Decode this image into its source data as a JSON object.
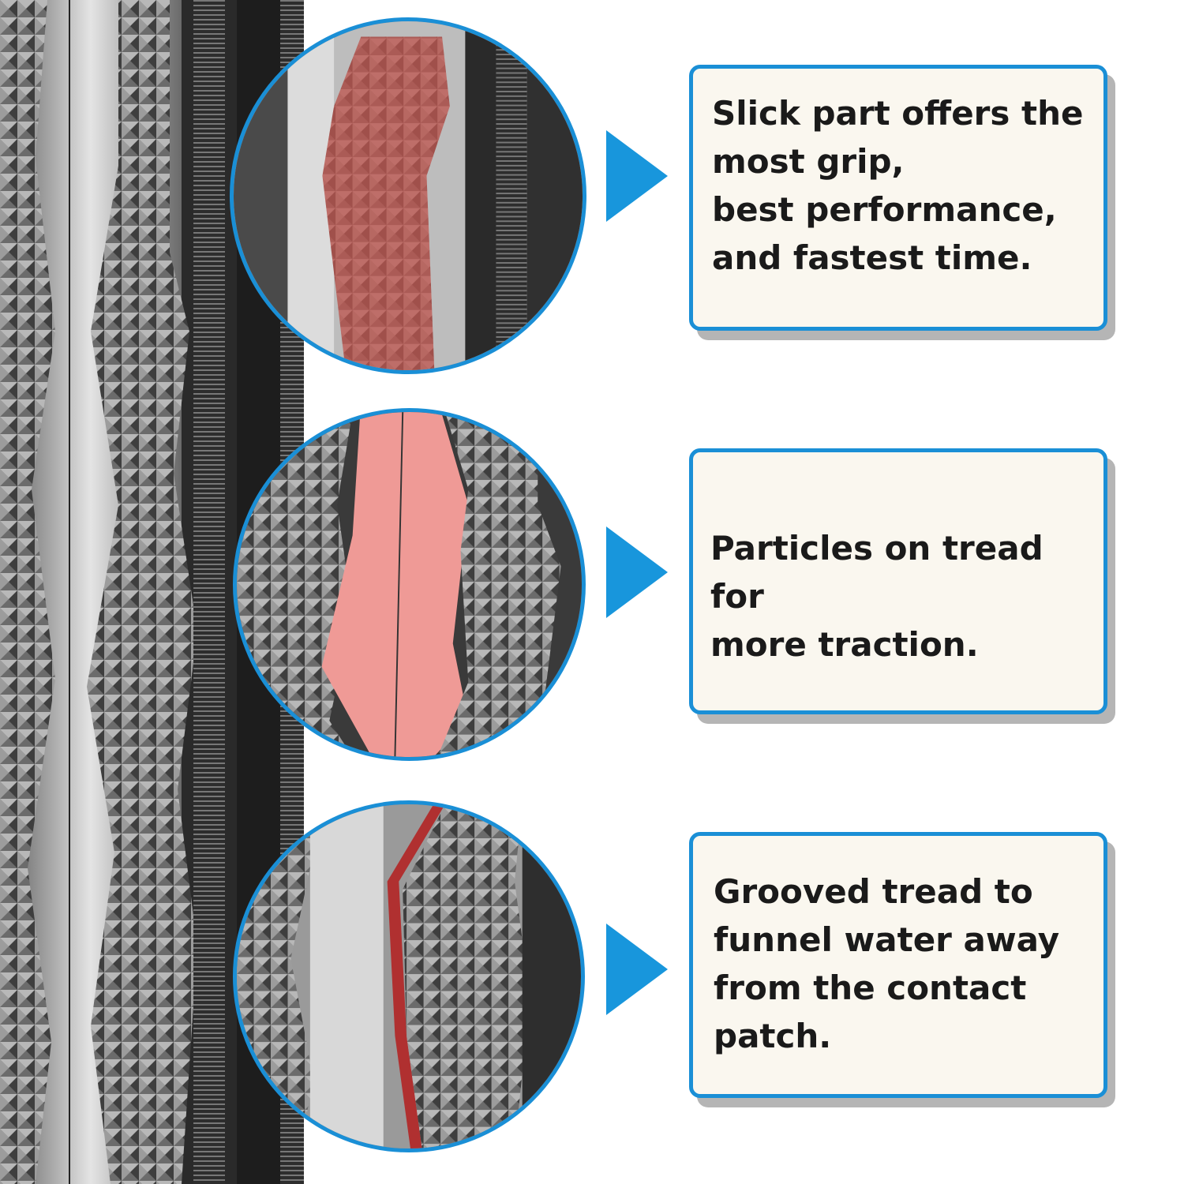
{
  "colors": {
    "accent_border": "#1a8fd6",
    "arrow": "#1896dc",
    "callout_bg": "#faf7ef",
    "highlight_red": "#c0564f",
    "highlight_pink": "#ef9a96"
  },
  "features": [
    {
      "zoom_icon": "slick-part-highlight",
      "text": "Slick part offers the\nmost grip,\nbest performance,\nand fastest time."
    },
    {
      "zoom_icon": "particles-highlight",
      "text": "Particles on tread for\nmore traction."
    },
    {
      "zoom_icon": "groove-highlight",
      "text": "Grooved tread to\nfunnel water away\nfrom the contact\npatch."
    }
  ]
}
